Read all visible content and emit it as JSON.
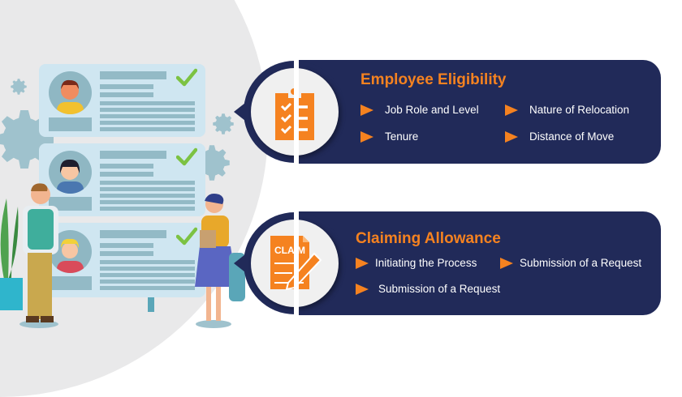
{
  "colors": {
    "panel": "#212a59",
    "accent": "#f58220",
    "card": "#cfe6f1",
    "check": "#7cc242",
    "background_circle": "#e9e9ea"
  },
  "sections": [
    {
      "title": "Employee Eligibility",
      "icon": "clipboard-checklist-icon",
      "items": [
        "Job Role and Level",
        "Nature of Relocation",
        "Tenure",
        "Distance of Move"
      ]
    },
    {
      "title": "Claiming Allowance",
      "icon": "claim-document-pencil-icon",
      "icon_label": "CLAIM",
      "items": [
        "Initiating the Process",
        "Submission of a Request",
        "Submission of a Request"
      ]
    }
  ],
  "illustration": {
    "profile_cards": 3,
    "decorations": [
      "gear-icon",
      "check-icon",
      "plant",
      "man-thinking",
      "woman-with-clipboard"
    ]
  }
}
